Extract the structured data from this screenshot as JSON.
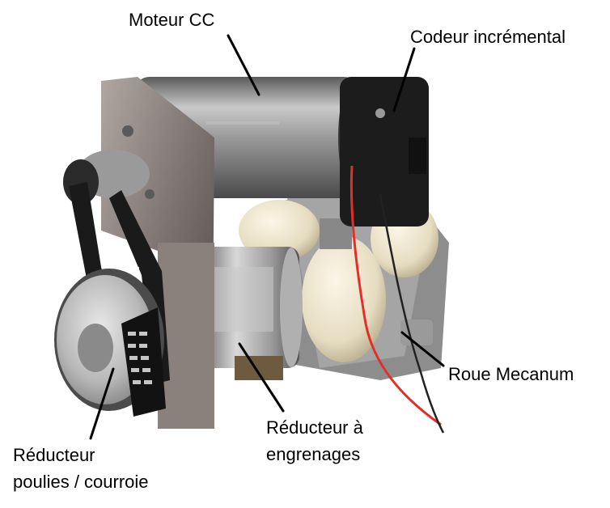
{
  "labels": {
    "motor": "Moteur CC",
    "encoder": "Codeur incrémental",
    "wheel": "Roue Mecanum",
    "gear_line1": "Réducteur à",
    "gear_line2": "engrenages",
    "pulley_line1": "Réducteur",
    "pulley_line2": "poulies / courroie"
  },
  "colors": {
    "motor_body": "#8f8f8f",
    "frame": "#7d7370",
    "belt": "#1a1a1a",
    "wheel_roller": "#efe7cf",
    "wire_red": "#e0302a",
    "leader": "#000000"
  }
}
